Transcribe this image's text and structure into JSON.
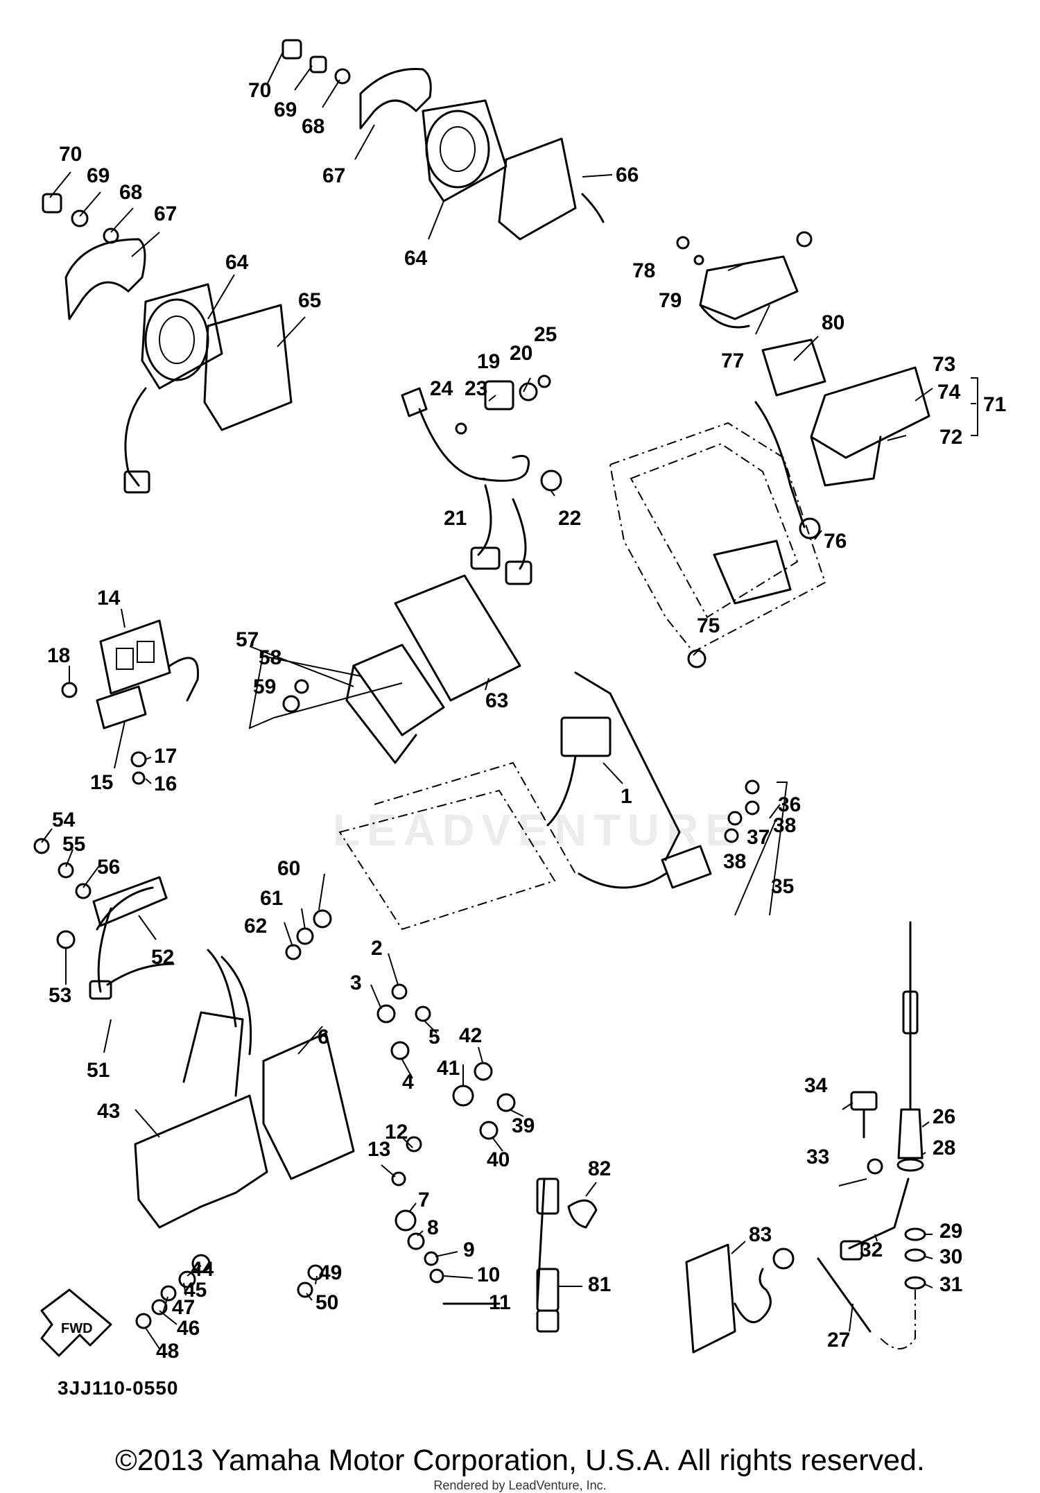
{
  "diagram": {
    "callouts": [
      "70",
      "69",
      "68",
      "67",
      "66",
      "64",
      "70",
      "69",
      "68",
      "67",
      "64",
      "65",
      "78",
      "79",
      "80",
      "77",
      "73",
      "74",
      "71",
      "72",
      "25",
      "20",
      "19",
      "24",
      "23",
      "21",
      "22",
      "76",
      "14",
      "18",
      "15",
      "17",
      "16",
      "57",
      "58",
      "59",
      "63",
      "75",
      "1",
      "36",
      "38",
      "37",
      "38",
      "35",
      "54",
      "55",
      "56",
      "60",
      "61",
      "62",
      "52",
      "53",
      "51",
      "2",
      "3",
      "5",
      "6",
      "42",
      "41",
      "4",
      "39",
      "40",
      "43",
      "12",
      "13",
      "34",
      "26",
      "28",
      "33",
      "7",
      "8",
      "9",
      "10",
      "11",
      "82",
      "81",
      "83",
      "29",
      "32",
      "30",
      "31",
      "44",
      "45",
      "47",
      "46",
      "48",
      "49",
      "50",
      "27"
    ],
    "fwd_label": "FWD",
    "part_code": "3JJ110-0550",
    "copyright": "©2013 Yamaha Motor Corporation, U.S.A. All rights reserved.",
    "rendered_by": "Rendered by LeadVenture, Inc.",
    "watermark": "LEADVENTURE"
  }
}
